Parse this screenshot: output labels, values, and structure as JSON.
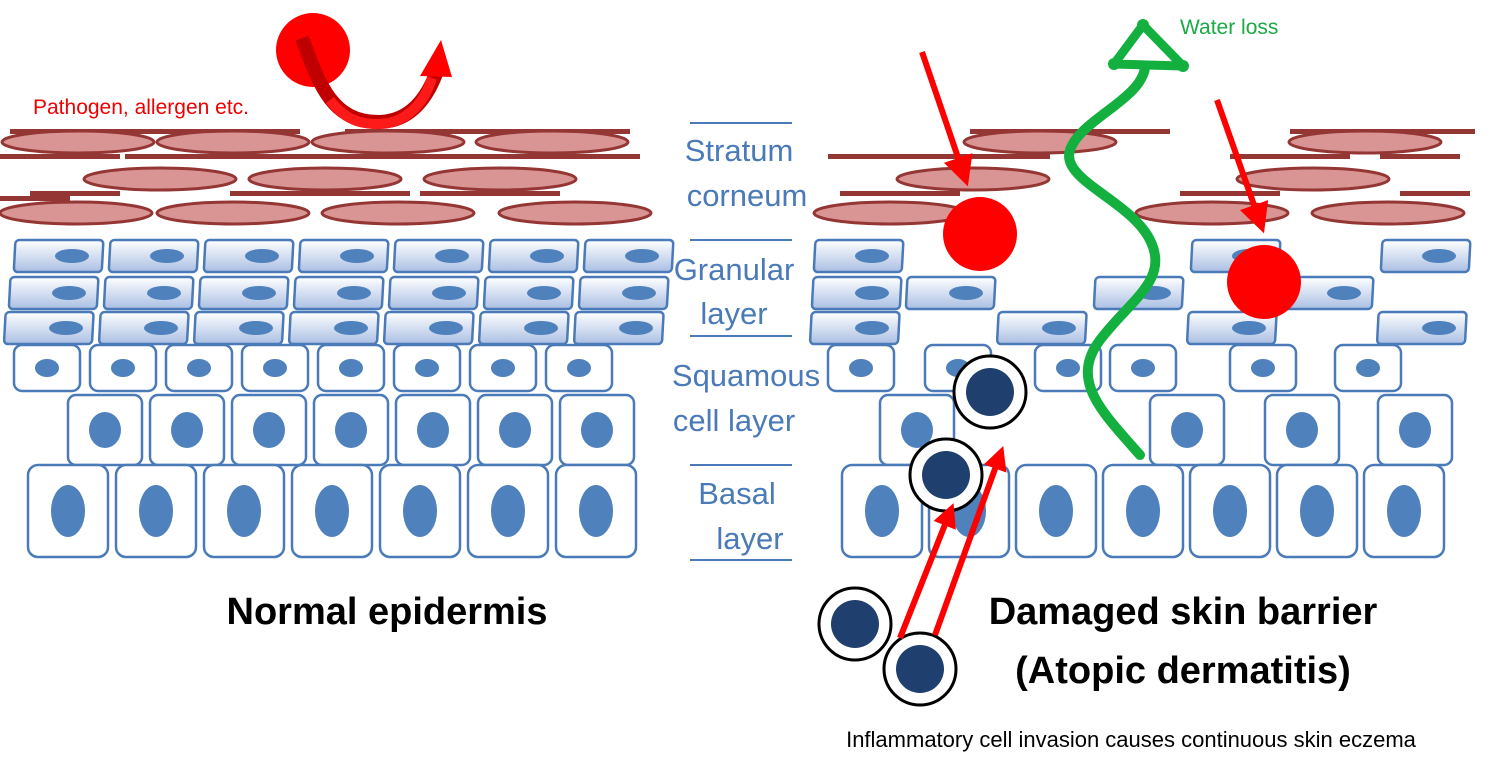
{
  "labels": {
    "pathogen": "Pathogen, allergen etc.",
    "water_loss": "Water loss",
    "stratum_line1": "Stratum",
    "stratum_line2": "corneum",
    "granular_line1": "Granular",
    "granular_line2": "layer",
    "squamous_line1": "Squamous",
    "squamous_line2": "cell layer",
    "basal_line1": "Basal",
    "basal_line2": "layer"
  },
  "captions": {
    "normal": "Normal epidermis",
    "damaged_line1": "Damaged skin barrier",
    "damaged_line2": "(Atopic dermatitis)",
    "note": "Inflammatory cell invasion causes continuous skin eczema"
  },
  "colors": {
    "corneum_fill": "#d99594",
    "corneum_stroke": "#943634",
    "cell_stroke": "#4a7ab8",
    "nucleus": "#4f81bd",
    "granular_fill_top": "#ffffff",
    "granular_fill_bottom": "#aabfe3",
    "pathogen": "#ff0000",
    "arrow": "#ff0000",
    "water": "#13b040",
    "inflammatory": "#1f3f6e"
  }
}
